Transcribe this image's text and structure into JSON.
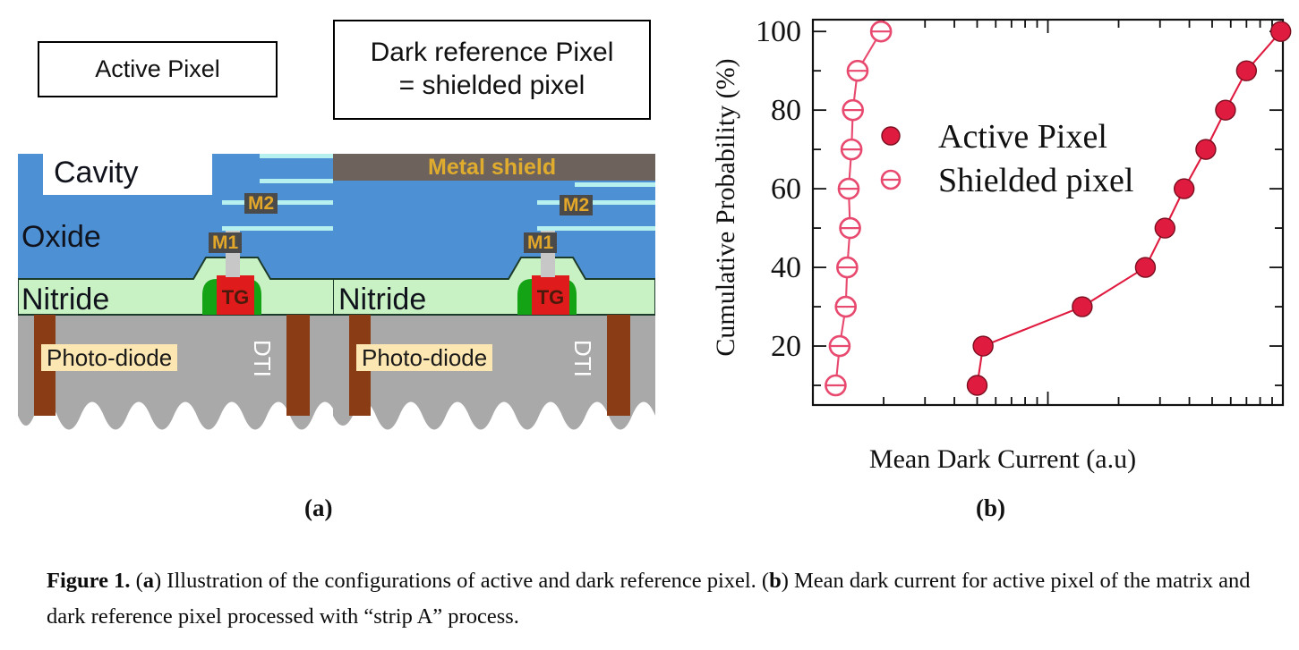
{
  "figure": {
    "caption_lead": "Figure 1.",
    "caption_a_tag": "(a",
    "caption_a_text": ") Illustration of the configurations of active and dark reference pixel. (",
    "caption_b_tag": "b",
    "caption_b_text": ") Mean dark current for active pixel of the matrix and dark reference pixel processed with “strip A” process.",
    "sublabel_a": "(a)",
    "sublabel_b": "(b)"
  },
  "panel_a": {
    "active_box_title": "Active Pixel",
    "dark_box_title_line1": "Dark reference Pixel",
    "dark_box_title_line2": "= shielded pixel",
    "left_cross_section": {
      "cavity_label": "Cavity",
      "oxide_label": "Oxide",
      "nitride_label": "Nitride",
      "photodiode_label": "Photo-diode",
      "dti_label": "DTI",
      "tg_label": "TG",
      "m1_label": "M1",
      "m2_label": "M2"
    },
    "right_cross_section": {
      "metal_shield_label": "Metal shield",
      "nitride_label": "Nitride",
      "photodiode_label": "Photo-diode",
      "dti_label": "DTI",
      "tg_label": "TG",
      "m1_label": "M1",
      "m2_label": "M2"
    },
    "colors": {
      "oxide": "#4e90d4",
      "nitride": "#c8f2c4",
      "substrate": "#a9a9a9",
      "dti": "#8a3d14",
      "tg": "#e01b1b",
      "implant": "#14a314",
      "metal_shield": "#6e635c",
      "metal_line": "#b6f0ef",
      "via": "#c7c7c7",
      "photodiode_chip": "#fce7b2",
      "gold_text": "#e3a72a"
    }
  },
  "chart_data": {
    "type": "scatter",
    "title": "",
    "xlabel": "Mean Dark Current (a.u)",
    "ylabel": "Cumulative Probability (%)",
    "xscale": "log",
    "ylim": [
      5,
      103
    ],
    "yticks": [
      20,
      40,
      60,
      80,
      100
    ],
    "yticks_minor": [
      10,
      30,
      50,
      70,
      90
    ],
    "xlim": [
      1,
      100
    ],
    "xticks_major": [
      1,
      10,
      100
    ],
    "grid": false,
    "legend_position": "center-left",
    "series": [
      {
        "name": "Active Pixel",
        "marker": "filled-circle",
        "color": "#e01b40",
        "x": [
          5.0,
          5.3,
          14.0,
          26.0,
          31.5,
          38.0,
          47.0,
          57.0,
          70.0,
          98.0
        ],
        "y": [
          10,
          20,
          30,
          40,
          50,
          60,
          70,
          80,
          90,
          100
        ]
      },
      {
        "name": "Shielded pixel",
        "marker": "open-circle",
        "color": "#e8496e",
        "x": [
          1.25,
          1.3,
          1.38,
          1.4,
          1.44,
          1.42,
          1.46,
          1.48,
          1.55,
          1.95
        ],
        "y": [
          10,
          20,
          30,
          40,
          50,
          60,
          70,
          80,
          90,
          100
        ]
      }
    ]
  }
}
